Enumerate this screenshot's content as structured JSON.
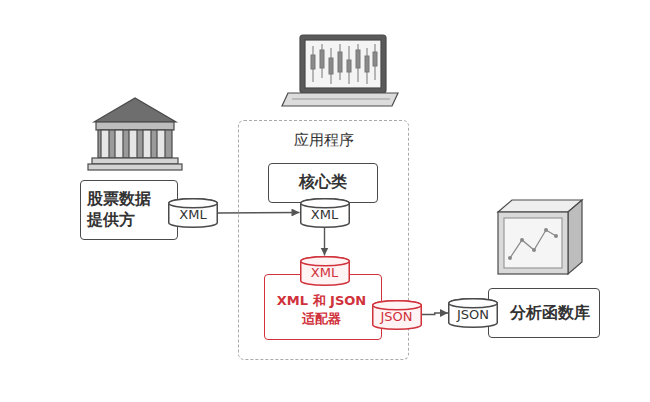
{
  "diagram": {
    "nodes": [
      {
        "text": [
          "股票数据 提供方"
        ]
      },
      {
        "text": [
          "XML"
        ]
      },
      {
        "text": [
          "应用程序"
        ]
      },
      {
        "text": [
          "核心类"
        ],
        "in": 2
      },
      {
        "text": [
          "XML"
        ],
        "in": 2
      },
      {
        "text": [
          "XML 和 JSON 适配器"
        ],
        "in": 2
      },
      {
        "text": [
          "XML"
        ],
        "in": 2
      },
      {
        "text": [
          "JSON"
        ],
        "in": 2
      },
      {
        "text": [
          "JSON"
        ]
      },
      {
        "text": [
          "分析函数库"
        ]
      }
    ],
    "edges": [
      {
        "from": 1,
        "to": 4,
        "arrow": "to"
      },
      {
        "from": 4,
        "to": 6,
        "arrow": "to"
      },
      {
        "from": 7,
        "to": 8,
        "arrow": "to"
      }
    ]
  }
}
